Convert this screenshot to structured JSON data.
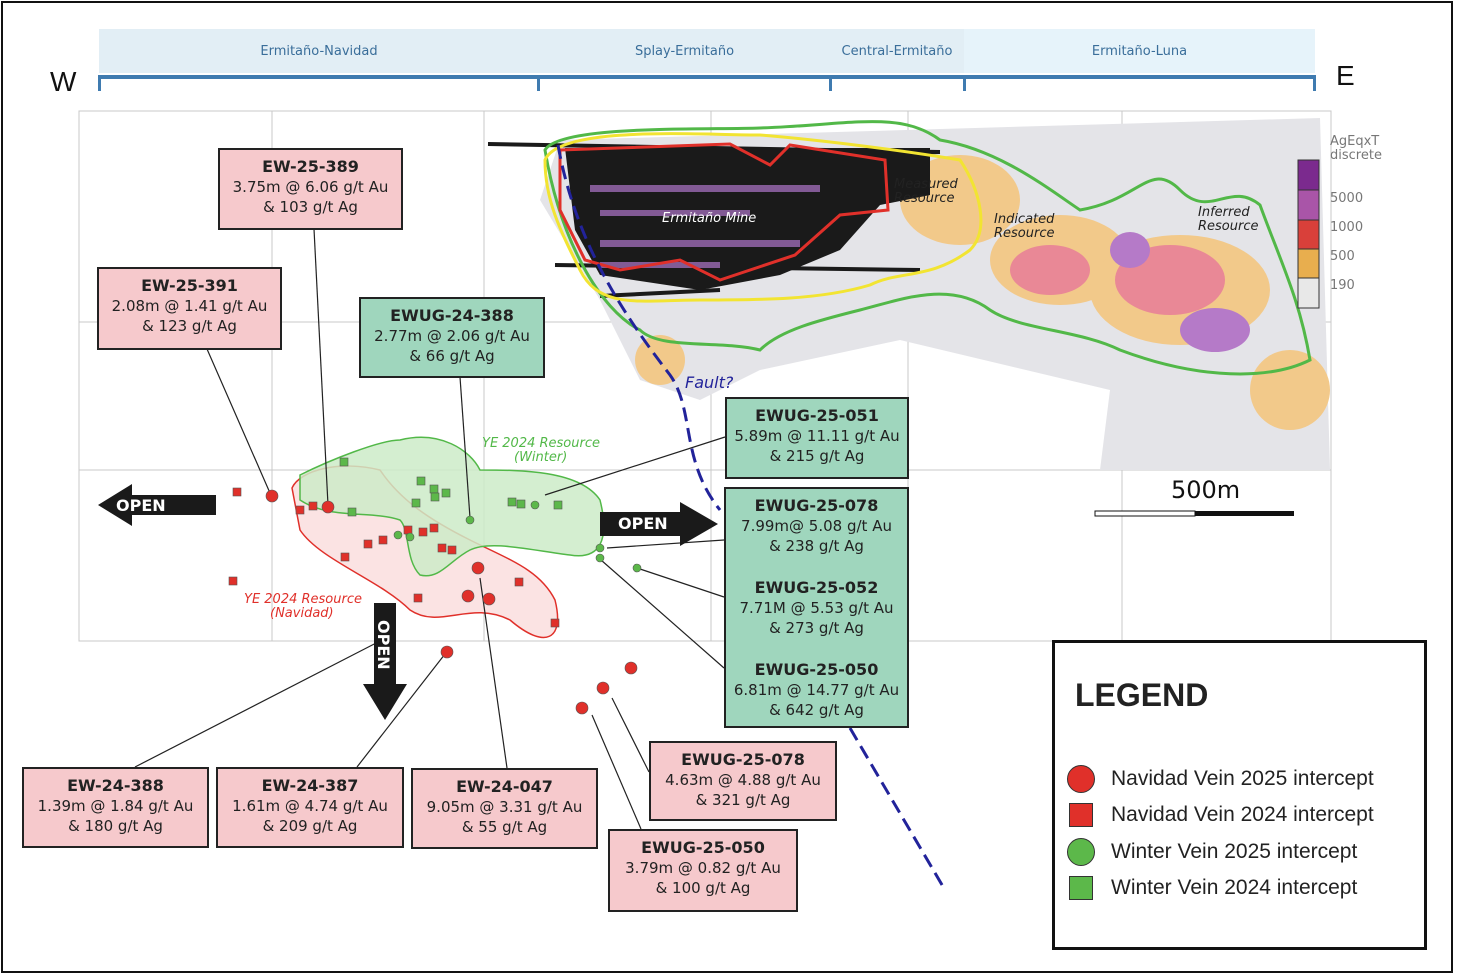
{
  "sections": [
    "Ermitaño-Navidad",
    "Splay-Ermitaño",
    "Central-Ermitaño",
    "Ermitaño-Luna"
  ],
  "compass": {
    "west": "W",
    "east": "E"
  },
  "color_scale": {
    "title_line1": "AgEqxT",
    "title_line2": "discrete",
    "labels": [
      "5000",
      "1000",
      "500",
      "190"
    ],
    "colors": [
      "#7b2a8e",
      "#a955a8",
      "#d9403a",
      "#e8ae4e",
      "#e8e8e8"
    ]
  },
  "map_labels": {
    "mine": "Ermitaño Mine",
    "measured_1": "Measured",
    "measured_2": "Resource",
    "indicated_1": "Indicated",
    "indicated_2": "Resource",
    "inferred_1": "Inferred",
    "inferred_2": "Resource",
    "fault": "Fault?",
    "winter_1": "YE 2024 Resource",
    "winter_2": "(Winter)",
    "navidad_1": "YE 2024 Resource",
    "navidad_2": "(Navidad)"
  },
  "open_labels": {
    "west": "OPEN",
    "east": "OPEN",
    "down": "OPEN"
  },
  "scale_bar": "500m",
  "callouts": {
    "ew25389": {
      "id": "EW-25-389",
      "l1": "3.75m @ 6.06 g/t Au",
      "l2": "& 103 g/t Ag"
    },
    "ew25391": {
      "id": "EW-25-391",
      "l1": "2.08m @ 1.41 g/t Au",
      "l2": "& 123 g/t Ag"
    },
    "ewug24388": {
      "id": "EWUG-24-388",
      "l1": "2.77m @ 2.06 g/t Au",
      "l2": "& 66 g/t Ag"
    },
    "ewug25051": {
      "id": "EWUG-25-051",
      "l1": "5.89m @ 11.11 g/t Au",
      "l2": "& 215 g/t Ag"
    },
    "ewug25078g": {
      "id": "EWUG-25-078",
      "l1": "7.99m@ 5.08 g/t Au",
      "l2": "& 238 g/t Ag"
    },
    "ewug25052": {
      "id": "EWUG-25-052",
      "l1": "7.71M @ 5.53 g/t Au",
      "l2": "& 273 g/t Ag"
    },
    "ewug25050g": {
      "id": "EWUG-25-050",
      "l1": "6.81m @ 14.77 g/t Au",
      "l2": "& 642 g/t Ag"
    },
    "ew24388": {
      "id": "EW-24-388",
      "l1": "1.39m @ 1.84 g/t Au",
      "l2": "& 180 g/t Ag"
    },
    "ew24387": {
      "id": "EW-24-387",
      "l1": "1.61m @ 4.74 g/t Au",
      "l2": "& 209 g/t Ag"
    },
    "ew24047": {
      "id": "EW-24-047",
      "l1": "9.05m @ 3.31 g/t Au",
      "l2": "& 55 g/t Ag"
    },
    "ewug25078p": {
      "id": "EWUG-25-078",
      "l1": "4.63m @ 4.88 g/t Au",
      "l2": "& 321 g/t Ag"
    },
    "ewug25050p": {
      "id": "EWUG-25-050",
      "l1": "3.79m @ 0.82 g/t Au",
      "l2": "& 100 g/t Ag"
    }
  },
  "legend": {
    "title": "LEGEND",
    "items": [
      {
        "label": "Navidad Vein 2025 intercept",
        "color": "#e0302a",
        "shape": "circle"
      },
      {
        "label": "Navidad Vein 2024 intercept",
        "color": "#e0302a",
        "shape": "square"
      },
      {
        "label": "Winter Vein 2025 intercept",
        "color": "#5cb84a",
        "shape": "circle"
      },
      {
        "label": "Winter Vein 2024 intercept",
        "color": "#5cb84a",
        "shape": "square"
      }
    ]
  }
}
